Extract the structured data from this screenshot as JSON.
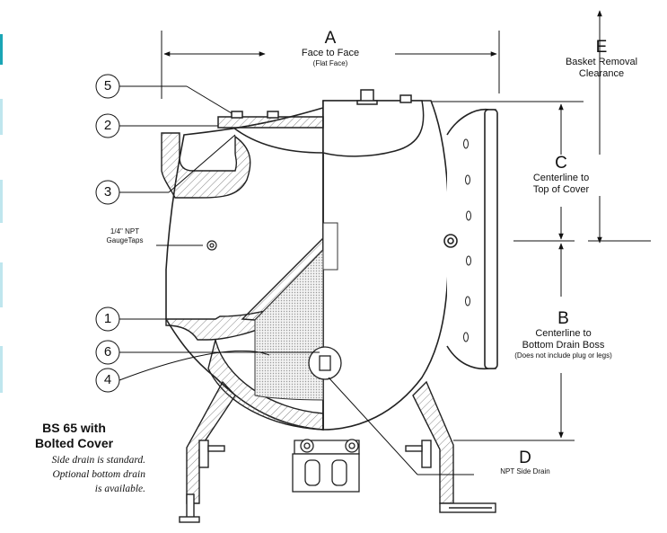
{
  "dimensions": {
    "a": {
      "letter": "A",
      "line1": "Face to Face",
      "line2": "(Flat Face)"
    },
    "e": {
      "letter": "E",
      "line1": "Basket Removal",
      "line2": "Clearance"
    },
    "c": {
      "letter": "C",
      "line1": "Centerline to",
      "line2": "Top of Cover"
    },
    "b": {
      "letter": "B",
      "line1": "Centerline to",
      "line2": "Bottom Drain Boss",
      "note": "(Does not include plug or legs)"
    },
    "d": {
      "letter": "D",
      "line1": "NPT Side Drain"
    }
  },
  "gauge_taps": {
    "line1": "1/4\" NPT",
    "line2": "GaugeTaps"
  },
  "callouts": [
    "5",
    "2",
    "3",
    "1",
    "6",
    "4"
  ],
  "caption": {
    "title_line1": "BS 65 with",
    "title_line2": "Bolted Cover",
    "note_line1": "Side drain is standard.",
    "note_line2": "Optional bottom drain",
    "note_line3": "is available."
  },
  "colors": {
    "line": "#222222",
    "hatch": "#555555",
    "screen": "#bdbdbd",
    "edge_accent": "#bfe6ee"
  }
}
